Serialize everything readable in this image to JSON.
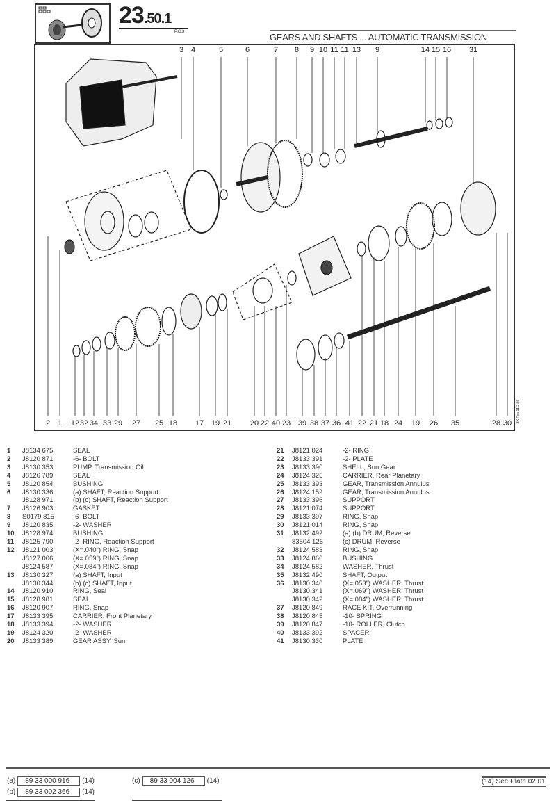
{
  "header": {
    "plate_main": "23",
    "plate_sub": ".50.",
    "plate_index": "1",
    "pc": "P.C.3",
    "title": "GEARS AND SHAFTS ... AUTOMATIC TRANSMISSION",
    "side_code": "3X Rev 11 2 86"
  },
  "callouts_top": [
    "3",
    "4",
    "5",
    "6",
    "7",
    "8",
    "9",
    "10",
    "11",
    "11",
    "13",
    "9",
    "14",
    "15",
    "16",
    "31"
  ],
  "callouts_bottom": [
    "2",
    "1",
    "12",
    "32",
    "34",
    "33",
    "29",
    "27",
    "25",
    "18",
    "17",
    "19",
    "21",
    "20",
    "22",
    "40",
    "23",
    "39",
    "38",
    "37",
    "36",
    "41",
    "22",
    "21",
    "18",
    "24",
    "19",
    "26",
    "35",
    "28",
    "30"
  ],
  "parts_left": [
    {
      "num": "1",
      "pn": "J8134 675",
      "desc": "SEAL"
    },
    {
      "num": "2",
      "pn": "J8120 871",
      "desc": "-6- BOLT"
    },
    {
      "num": "3",
      "pn": "J8130 353",
      "desc": "PUMP, Transmission Oil"
    },
    {
      "num": "4",
      "pn": "J8126 789",
      "desc": "SEAL"
    },
    {
      "num": "5",
      "pn": "J8120 854",
      "desc": "BUSHING"
    },
    {
      "num": "6",
      "pn": "J8130 336",
      "desc": "(a)  SHAFT, Reaction Support"
    },
    {
      "num": "",
      "pn": "J8128 971",
      "desc": "(b) (c)  SHAFT, Reaction Support"
    },
    {
      "num": "7",
      "pn": "J8126 903",
      "desc": "GASKET"
    },
    {
      "num": "8",
      "pn": "S0179 815",
      "desc": "-6- BOLT"
    },
    {
      "num": "9",
      "pn": "J8120 835",
      "desc": "-2- WASHER"
    },
    {
      "num": "10",
      "pn": "J8128 974",
      "desc": "BUSHING"
    },
    {
      "num": "11",
      "pn": "J8125 790",
      "desc": "-2- RING, Reaction Support"
    },
    {
      "num": "12",
      "pn": "J8121 003",
      "desc": "(X=.040\")  RING, Snap"
    },
    {
      "num": "",
      "pn": "J8127 006",
      "desc": "(X=.059\")  RING, Snap"
    },
    {
      "num": "",
      "pn": "J8124 587",
      "desc": "(X=.084\")  RING, Snap"
    },
    {
      "num": "13",
      "pn": "J8130 327",
      "desc": "(a)  SHAFT, Input"
    },
    {
      "num": "",
      "pn": "J8130 344",
      "desc": "(b) (c)  SHAFT, Input"
    },
    {
      "num": "14",
      "pn": "J8120 910",
      "desc": "RING, Seal"
    },
    {
      "num": "15",
      "pn": "J8128 981",
      "desc": "SEAL"
    },
    {
      "num": "16",
      "pn": "J8120 907",
      "desc": "RING, Snap"
    },
    {
      "num": "17",
      "pn": "J8133 395",
      "desc": "CARRIER, Front Planetary"
    },
    {
      "num": "18",
      "pn": "J8133 394",
      "desc": "-2- WASHER"
    },
    {
      "num": "19",
      "pn": "J8124 320",
      "desc": "-2- WASHER"
    },
    {
      "num": "20",
      "pn": "J8133 389",
      "desc": "GEAR ASSY, Sun"
    }
  ],
  "parts_right": [
    {
      "num": "21",
      "pn": "J8121 024",
      "desc": "-2- RING"
    },
    {
      "num": "22",
      "pn": "J8133 391",
      "desc": "-2- PLATE"
    },
    {
      "num": "23",
      "pn": "J8133 390",
      "desc": "SHELL, Sun Gear"
    },
    {
      "num": "24",
      "pn": "J8124 325",
      "desc": "CARRIER, Rear Planetary"
    },
    {
      "num": "25",
      "pn": "J8133 393",
      "desc": "GEAR, Transmission Annulus"
    },
    {
      "num": "26",
      "pn": "J8124 159",
      "desc": "GEAR, Transmission Annulus"
    },
    {
      "num": "27",
      "pn": "J8133 396",
      "desc": "SUPPORT"
    },
    {
      "num": "28",
      "pn": "J8121 074",
      "desc": "SUPPORT"
    },
    {
      "num": "29",
      "pn": "J8133 397",
      "desc": "RING, Snap"
    },
    {
      "num": "30",
      "pn": "J8121 014",
      "desc": "RING, Snap"
    },
    {
      "num": "31",
      "pn": "J8132 492",
      "desc": "(a) (b)  DRUM, Reverse"
    },
    {
      "num": "",
      "pn": "83504 126",
      "desc": "(c)  DRUM, Reverse"
    },
    {
      "num": "32",
      "pn": "J8124 583",
      "desc": "RING, Snap"
    },
    {
      "num": "33",
      "pn": "J8124 860",
      "desc": "BUSHING"
    },
    {
      "num": "34",
      "pn": "J8124 582",
      "desc": "WASHER, Thrust"
    },
    {
      "num": "35",
      "pn": "J8132 490",
      "desc": "SHAFT, Output"
    },
    {
      "num": "36",
      "pn": "J8130 340",
      "desc": "(X=.053\")  WASHER, Thrust"
    },
    {
      "num": "",
      "pn": "J8130 341",
      "desc": "(X=.069\")  WASHER, Thrust"
    },
    {
      "num": "",
      "pn": "J8130 342",
      "desc": "(X=.084\")  WASHER, Thrust"
    },
    {
      "num": "37",
      "pn": "J8120 849",
      "desc": "RACE KIT, Overrunning"
    },
    {
      "num": "38",
      "pn": "J8120 845",
      "desc": "-10- SPRING"
    },
    {
      "num": "39",
      "pn": "J8120 847",
      "desc": "-10- ROLLER, Clutch"
    },
    {
      "num": "40",
      "pn": "J8133 392",
      "desc": "SPACER"
    },
    {
      "num": "41",
      "pn": "J8130 330",
      "desc": "PLATE"
    }
  ],
  "footer": {
    "a": {
      "label": "(a)",
      "serial": "89 33 000 916",
      "ref": "(14)"
    },
    "b": {
      "label": "(b)",
      "serial": "89 33 002 366",
      "ref": "(14)"
    },
    "c": {
      "label": "(c)",
      "serial": "89 33 004 126",
      "ref": "(14)"
    },
    "note": "(14) See Plate 02.01"
  }
}
